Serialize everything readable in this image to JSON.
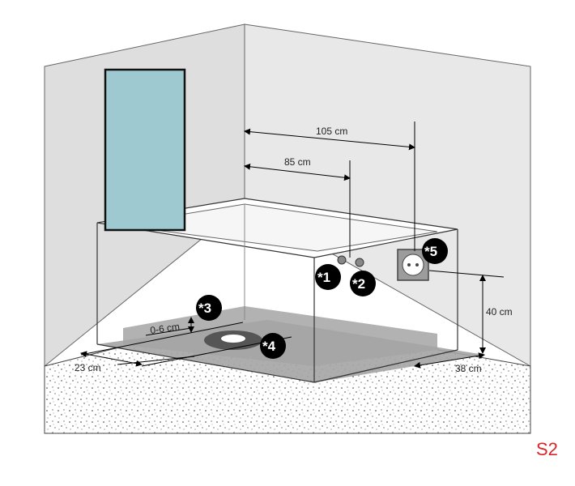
{
  "page_id": {
    "text": "S2",
    "color": "#d9262b"
  },
  "dimensions": {
    "d105": "105 cm",
    "d85": "85 cm",
    "d40": "40 cm",
    "d23": "23 cm",
    "d38": "38 cm",
    "d06": "0-6 cm"
  },
  "markers": {
    "m1": "*1",
    "m2": "*2",
    "m3": "*3",
    "m4": "*4",
    "m5": "*5"
  },
  "colors": {
    "wall": "#e8e8e8",
    "wall_left": "#dedede",
    "floor": "#f0f0f0",
    "glass": "#9fc9d1",
    "tub": "#ffffff",
    "shadow": "#a7a7a7",
    "marker": "#000000"
  }
}
